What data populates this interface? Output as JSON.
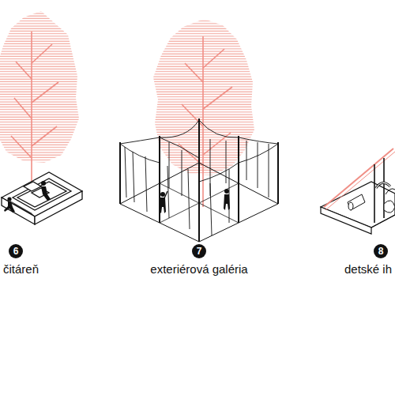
{
  "diagram": {
    "nodes": [
      {
        "text": [
          "6"
        ]
      },
      {
        "text": [
          "7"
        ]
      },
      {
        "text": [
          "8"
        ]
      }
    ],
    "labels": [
      "čitáreň",
      "exteriérová galéria",
      "detské ih"
    ]
  }
}
